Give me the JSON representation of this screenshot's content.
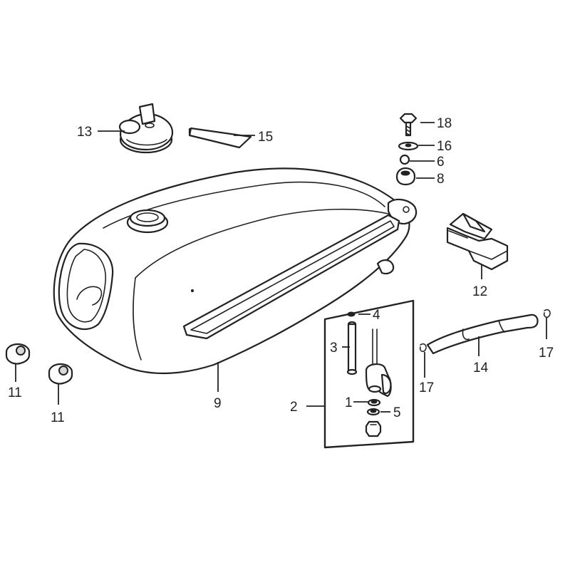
{
  "callouts": {
    "c1": "1",
    "c2": "2",
    "c3": "3",
    "c4": "4",
    "c5": "5",
    "c6": "6",
    "c8": "8",
    "c9": "9",
    "c11a": "11",
    "c11b": "11",
    "c12": "12",
    "c13": "13",
    "c14": "14",
    "c15": "15",
    "c16": "16",
    "c17a": "17",
    "c17b": "17",
    "c18": "18"
  }
}
